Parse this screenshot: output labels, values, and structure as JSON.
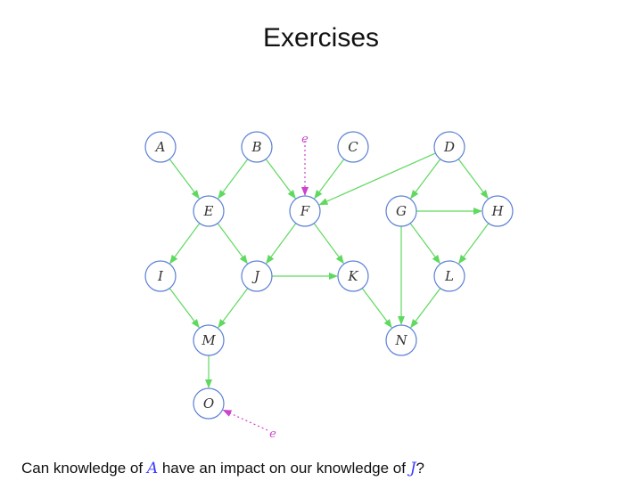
{
  "title": "Exercises",
  "graph": {
    "colors": {
      "edge": "#5fd95f",
      "node_stroke": "#5b7fd6",
      "evidence": "#cc44cc"
    },
    "nodes": [
      {
        "id": "A",
        "label": "A"
      },
      {
        "id": "B",
        "label": "B"
      },
      {
        "id": "C",
        "label": "C"
      },
      {
        "id": "D",
        "label": "D"
      },
      {
        "id": "E",
        "label": "E"
      },
      {
        "id": "F",
        "label": "F"
      },
      {
        "id": "G",
        "label": "G"
      },
      {
        "id": "H",
        "label": "H"
      },
      {
        "id": "I",
        "label": "I"
      },
      {
        "id": "J",
        "label": "J"
      },
      {
        "id": "K",
        "label": "K"
      },
      {
        "id": "L",
        "label": "L"
      },
      {
        "id": "M",
        "label": "M"
      },
      {
        "id": "N",
        "label": "N"
      },
      {
        "id": "O",
        "label": "O"
      }
    ],
    "edges": [
      [
        "A",
        "E"
      ],
      [
        "B",
        "E"
      ],
      [
        "B",
        "F"
      ],
      [
        "C",
        "F"
      ],
      [
        "D",
        "F"
      ],
      [
        "D",
        "G"
      ],
      [
        "D",
        "H"
      ],
      [
        "E",
        "I"
      ],
      [
        "E",
        "J"
      ],
      [
        "F",
        "J"
      ],
      [
        "F",
        "K"
      ],
      [
        "G",
        "H"
      ],
      [
        "G",
        "L"
      ],
      [
        "G",
        "N"
      ],
      [
        "H",
        "L"
      ],
      [
        "I",
        "M"
      ],
      [
        "J",
        "M"
      ],
      [
        "J",
        "K"
      ],
      [
        "K",
        "N"
      ],
      [
        "L",
        "N"
      ],
      [
        "M",
        "O"
      ]
    ],
    "evidence": [
      {
        "label": "e",
        "target": "F"
      },
      {
        "label": "e",
        "target": "O"
      }
    ]
  },
  "question": {
    "before": "Can knowledge of ",
    "var1": "A",
    "middle": " have an impact on our knowledge of ",
    "var2": "J",
    "after": "?"
  }
}
